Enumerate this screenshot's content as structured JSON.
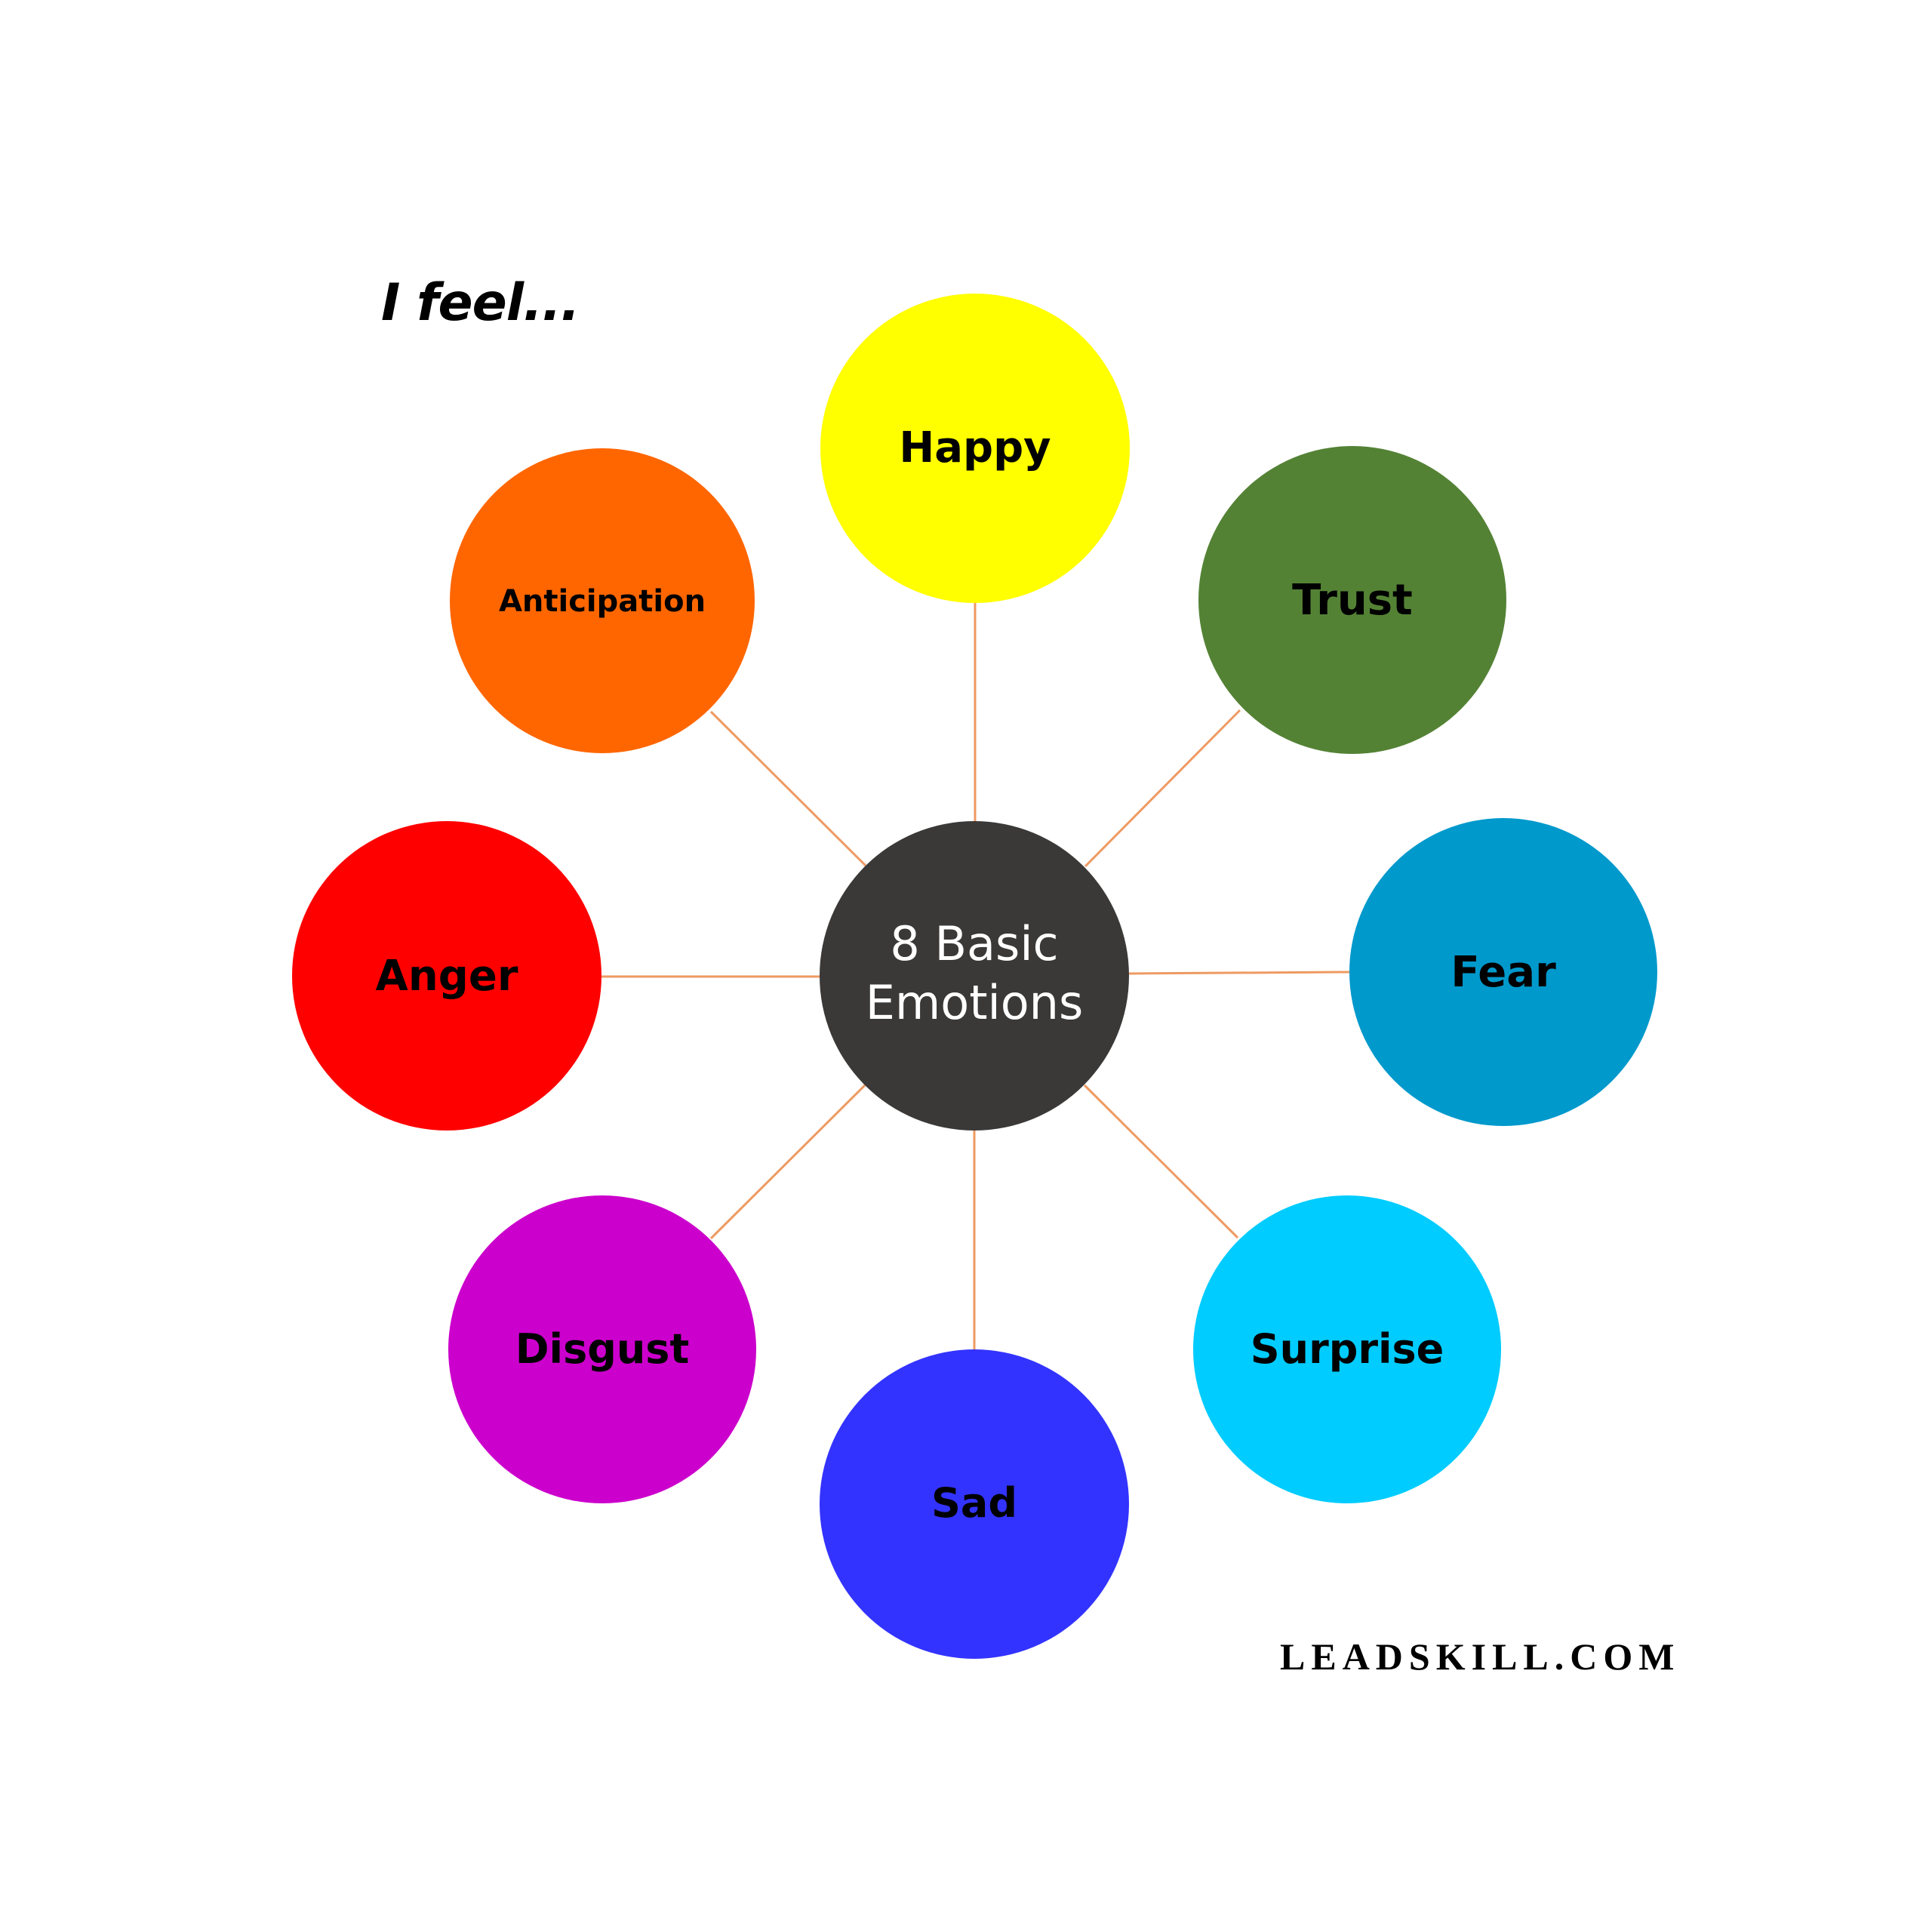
{
  "title": "I feel...",
  "brand": "LEADSKILL.COM",
  "center": {
    "line1": "8 Basic",
    "line2": "Emotions",
    "color": "#3a3938",
    "text_color": "#ffffff"
  },
  "connector_color": "#ee9a62",
  "emotions": [
    {
      "label": "Happy",
      "color": "#ffff00"
    },
    {
      "label": "Trust",
      "color": "#548235"
    },
    {
      "label": "Fear",
      "color": "#0099cc"
    },
    {
      "label": "Surprise",
      "color": "#00ccff"
    },
    {
      "label": "Sad",
      "color": "#3333ff"
    },
    {
      "label": "Disgust",
      "color": "#cc00cc"
    },
    {
      "label": "Anger",
      "color": "#ff0000"
    },
    {
      "label": "Anticipation",
      "color": "#ff6600"
    }
  ]
}
